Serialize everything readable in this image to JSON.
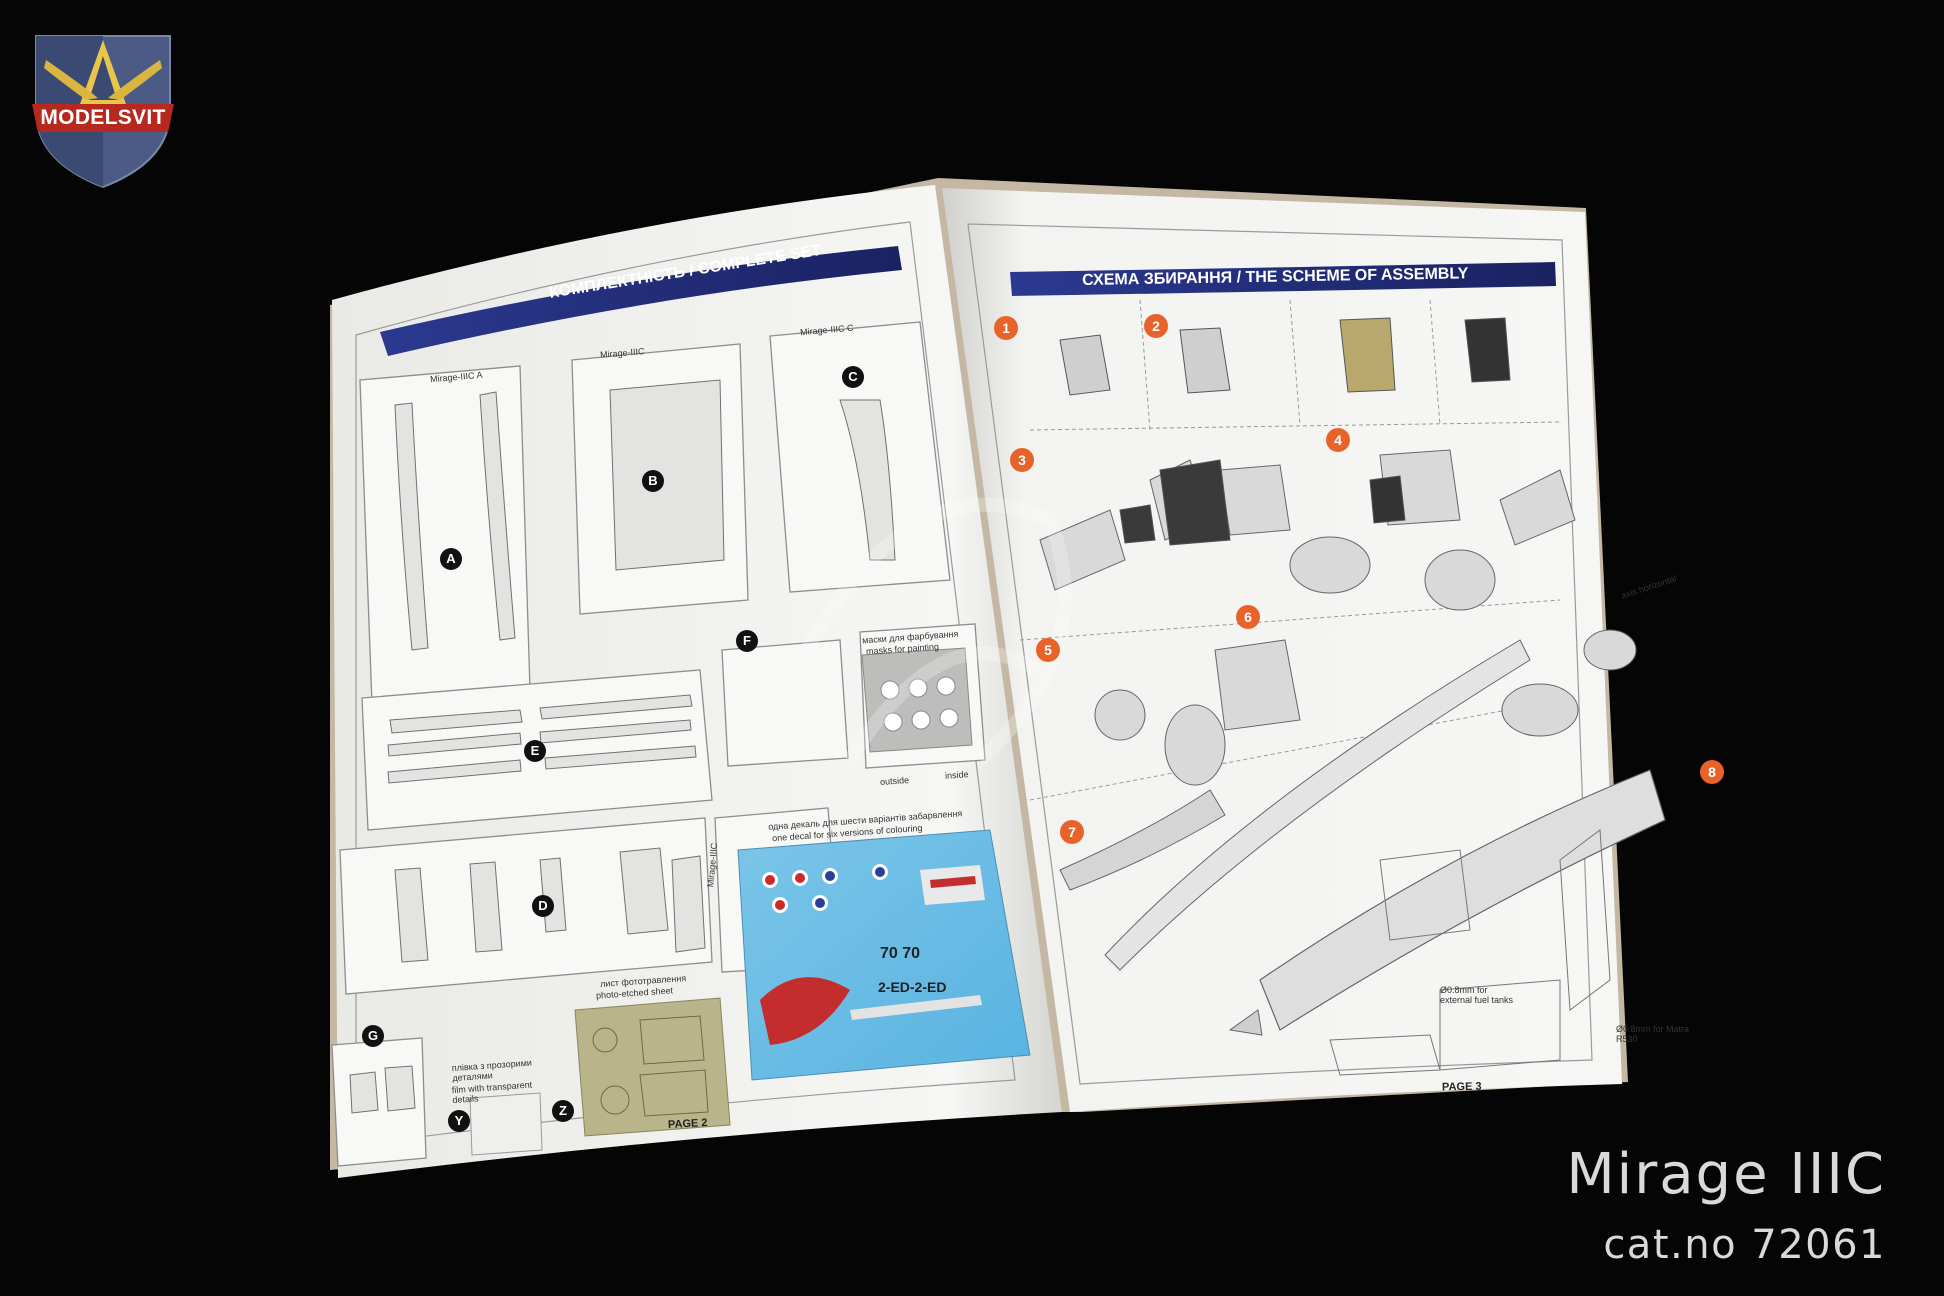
{
  "brand": {
    "name": "MODELSVIT"
  },
  "caption": {
    "title": "Mirage IIIC",
    "catalog": "cat.no 72061"
  },
  "left_page": {
    "banner": "КОМПЛЕКТНІСТЬ / COMPLETE SET",
    "page_label": "PAGE 2",
    "sprues": [
      "A",
      "B",
      "C",
      "D",
      "E",
      "F",
      "G",
      "Y",
      "Z"
    ],
    "sprue_titles": {
      "a": "Mirage-IIIC A",
      "b": "Mirage-IIIC",
      "c": "Mirage-IIIC C",
      "d": "Mirage-IIIC"
    },
    "masks_title_ua": "маски для фарбування",
    "masks_title_en": "masks for painting",
    "masks_outside": "outside",
    "masks_inside": "inside",
    "decal_note_ua": "одна декаль для шести варіантів забарвлення",
    "decal_note_en": "one decal for six versions of colouring",
    "photoetch_ua": "лист фототравлення",
    "photoetch_en": "photo-etched sheet",
    "film_ua": "плівка з прозорими деталями",
    "film_en": "film with transparent details"
  },
  "right_page": {
    "banner": "СХЕМА ЗБИРАННЯ / THE SCHEME OF ASSEMBLY",
    "page_label": "PAGE 3",
    "steps": [
      "1",
      "2",
      "3",
      "4",
      "5",
      "6",
      "7",
      "8"
    ],
    "notes": {
      "fuel_tanks": "Ø0.8mm for external fuel tanks",
      "matra": "Ø0.8mm for Matra R530",
      "axis": "axis horizontal"
    }
  },
  "colors": {
    "background": "#050505",
    "page": "#f4f4f2",
    "banner": "#1d2a6b",
    "step_accent": "#e8632a",
    "caption_text": "#d9d9d9"
  }
}
